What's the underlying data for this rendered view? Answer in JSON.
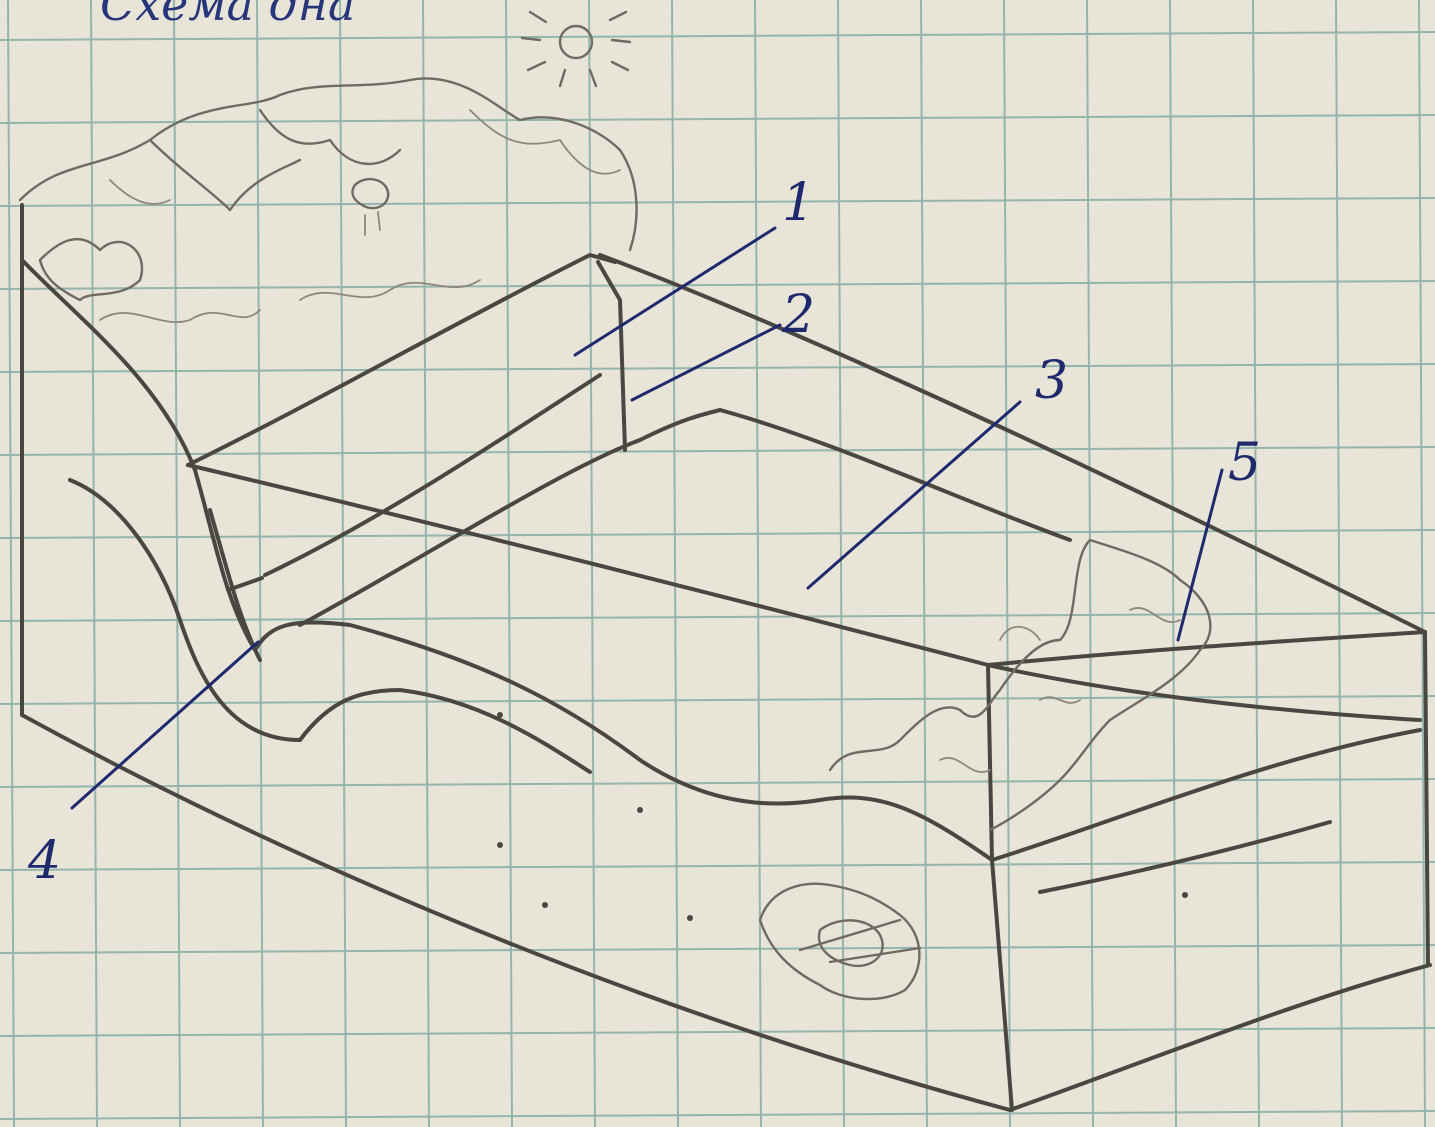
{
  "sketch": {
    "title_fragment": "Схема дна",
    "callouts": [
      {
        "label": "1"
      },
      {
        "label": "2"
      },
      {
        "label": "3"
      },
      {
        "label": "4"
      },
      {
        "label": "5"
      }
    ]
  },
  "colors": {
    "paper": "#e8e4d8",
    "grid": "#93b5ad",
    "pencil": "#4a4642",
    "ink": "#1f2a6e"
  }
}
